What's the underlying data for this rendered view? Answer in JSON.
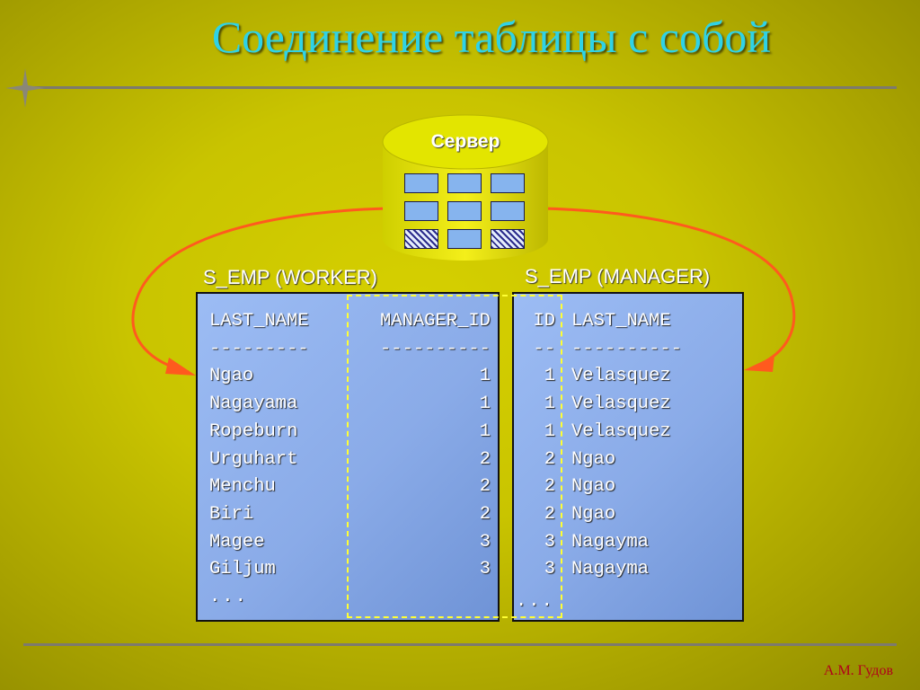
{
  "slide": {
    "title": "Соединение таблицы с собой",
    "author": "А.М. Гудов",
    "colors": {
      "title": "#2fd2e6",
      "arrow": "#ff5a1e",
      "panel": "#8aabe8",
      "highlight": "#ffff33",
      "footer": "#b1001a"
    }
  },
  "server": {
    "label": "Сервер",
    "icon": "database-cylinder-icon"
  },
  "worker_table": {
    "caption": "S_EMP (WORKER)",
    "col1_header": "LAST_NAME",
    "col1_sep": "---------",
    "col2_header": "MANAGER_ID",
    "col2_sep": "----------",
    "rows": [
      {
        "last_name": "Ngao",
        "manager_id": "1"
      },
      {
        "last_name": "Nagayama",
        "manager_id": "1"
      },
      {
        "last_name": "Ropeburn",
        "manager_id": "1"
      },
      {
        "last_name": "Urguhart",
        "manager_id": "2"
      },
      {
        "last_name": "Menchu",
        "manager_id": "2"
      },
      {
        "last_name": "Biri",
        "manager_id": "2"
      },
      {
        "last_name": "Magee",
        "manager_id": "3"
      },
      {
        "last_name": "Giljum",
        "manager_id": "3"
      }
    ],
    "ellipsis": "..."
  },
  "manager_table": {
    "caption": "S_EMP (MANAGER)",
    "col1_header": "ID",
    "col1_sep": "--",
    "col2_header": "LAST_NAME",
    "col2_sep": "----------",
    "rows": [
      {
        "id": "1",
        "last_name": "Velasquez"
      },
      {
        "id": "1",
        "last_name": "Velasquez"
      },
      {
        "id": "1",
        "last_name": "Velasquez"
      },
      {
        "id": "2",
        "last_name": "Ngao"
      },
      {
        "id": "2",
        "last_name": "Ngao"
      },
      {
        "id": "2",
        "last_name": "Ngao"
      },
      {
        "id": "3",
        "last_name": "Nagayma"
      },
      {
        "id": "3",
        "last_name": "Nagayma"
      }
    ],
    "ellipsis": "..."
  }
}
